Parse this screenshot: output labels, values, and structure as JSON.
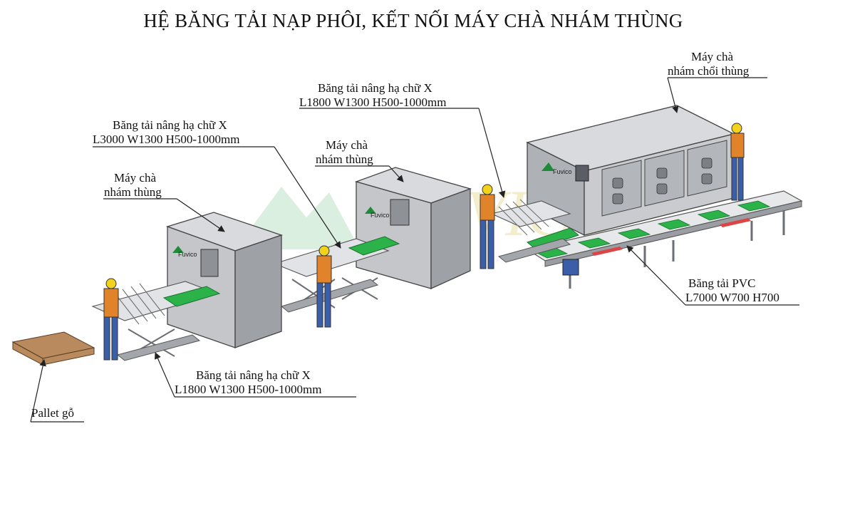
{
  "title": "HỆ BĂNG  TẢI NẠP PHÔI, KẾT NỐI MÁY CHÀ NHÁM THÙNG",
  "watermark": "FUVICO",
  "machine_brand": "Fuvico",
  "labels": {
    "conveyor_top_mid": {
      "line1": "Băng tải nâng hạ chữ X",
      "line2": "L1800 W1300 H500-1000mm"
    },
    "conveyor_left_top": {
      "line1": "Băng tải nâng hạ chữ X",
      "line2": "L3000 W1300 H500-1000mm"
    },
    "sander_left": {
      "line1": "Máy chà",
      "line2": "nhám thùng"
    },
    "sander_mid": {
      "line1": "Máy chà",
      "line2": "nhám thùng"
    },
    "sander_right": {
      "line1": "Máy chà",
      "line2": "nhám chổi thùng"
    },
    "pvc_conveyor": {
      "line1": "Băng tải PVC",
      "line2": "L7000 W700 H700"
    },
    "conveyor_bottom": {
      "line1": "Băng tải nâng hạ chữ X",
      "line2": "L1800 W1300 H500-1000mm"
    },
    "pallet": {
      "line1": "Pallet gỗ"
    }
  },
  "colors": {
    "machine_body": "#c9cbcf",
    "machine_dark": "#8e9196",
    "belt_green": "#2bb34a",
    "frame": "#6b6e73",
    "worker_blue": "#3a5fa8",
    "worker_vest": "#e0832b",
    "hardhat": "#f2d21b",
    "pallet": "#b98a5e",
    "watermark": "#d9c24a",
    "logo_green": "#1f8a3a"
  }
}
